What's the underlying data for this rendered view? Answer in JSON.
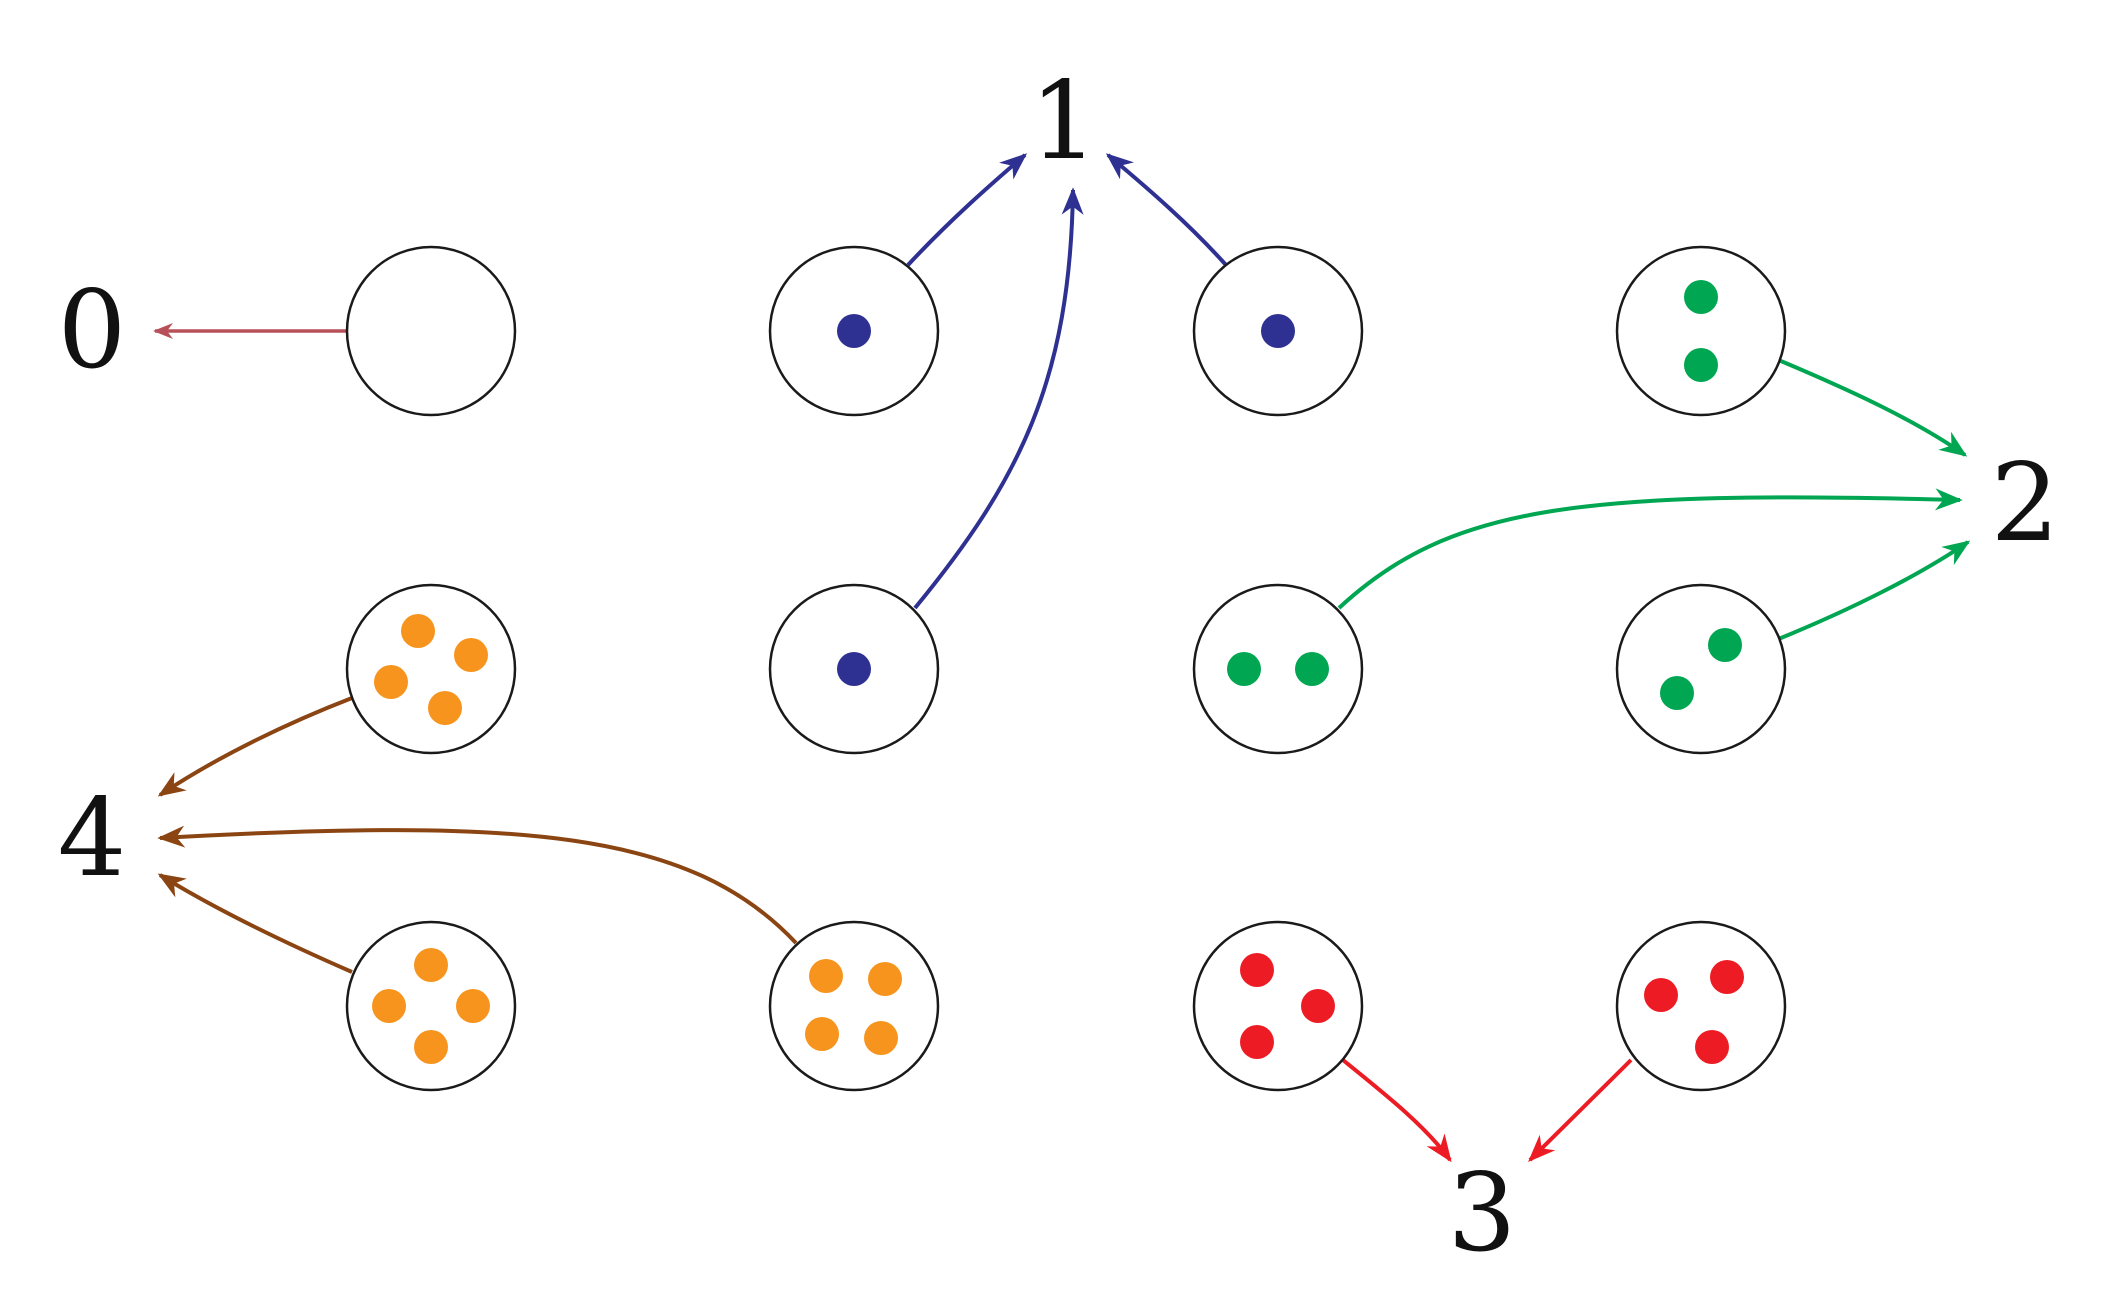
{
  "colors": {
    "zero": "#b8505a",
    "one": "#2e3192",
    "two": "#00a651",
    "three": "#ed1c24",
    "four": "#8b4513",
    "orange_dot": "#f7941d"
  },
  "labels": {
    "zero": "0",
    "one": "1",
    "two": "2",
    "three": "3",
    "four": "4"
  },
  "nodes": [
    {
      "id": "circle-r1-c1",
      "dots": 0,
      "color": "none",
      "target": "0"
    },
    {
      "id": "circle-r1-c2",
      "dots": 1,
      "color": "one",
      "target": "1"
    },
    {
      "id": "circle-r1-c3",
      "dots": 1,
      "color": "one",
      "target": "1"
    },
    {
      "id": "circle-r1-c4",
      "dots": 2,
      "color": "two",
      "target": "2"
    },
    {
      "id": "circle-r2-c1",
      "dots": 4,
      "color": "orange_dot",
      "target": "4"
    },
    {
      "id": "circle-r2-c2",
      "dots": 1,
      "color": "one",
      "target": "1"
    },
    {
      "id": "circle-r2-c3",
      "dots": 2,
      "color": "two",
      "target": "2"
    },
    {
      "id": "circle-r2-c4",
      "dots": 2,
      "color": "two",
      "target": "2"
    },
    {
      "id": "circle-r3-c1",
      "dots": 4,
      "color": "orange_dot",
      "target": "4"
    },
    {
      "id": "circle-r3-c2",
      "dots": 4,
      "color": "orange_dot",
      "target": "4"
    },
    {
      "id": "circle-r3-c3",
      "dots": 3,
      "color": "three",
      "target": "3"
    },
    {
      "id": "circle-r3-c4",
      "dots": 3,
      "color": "three",
      "target": "3"
    }
  ]
}
